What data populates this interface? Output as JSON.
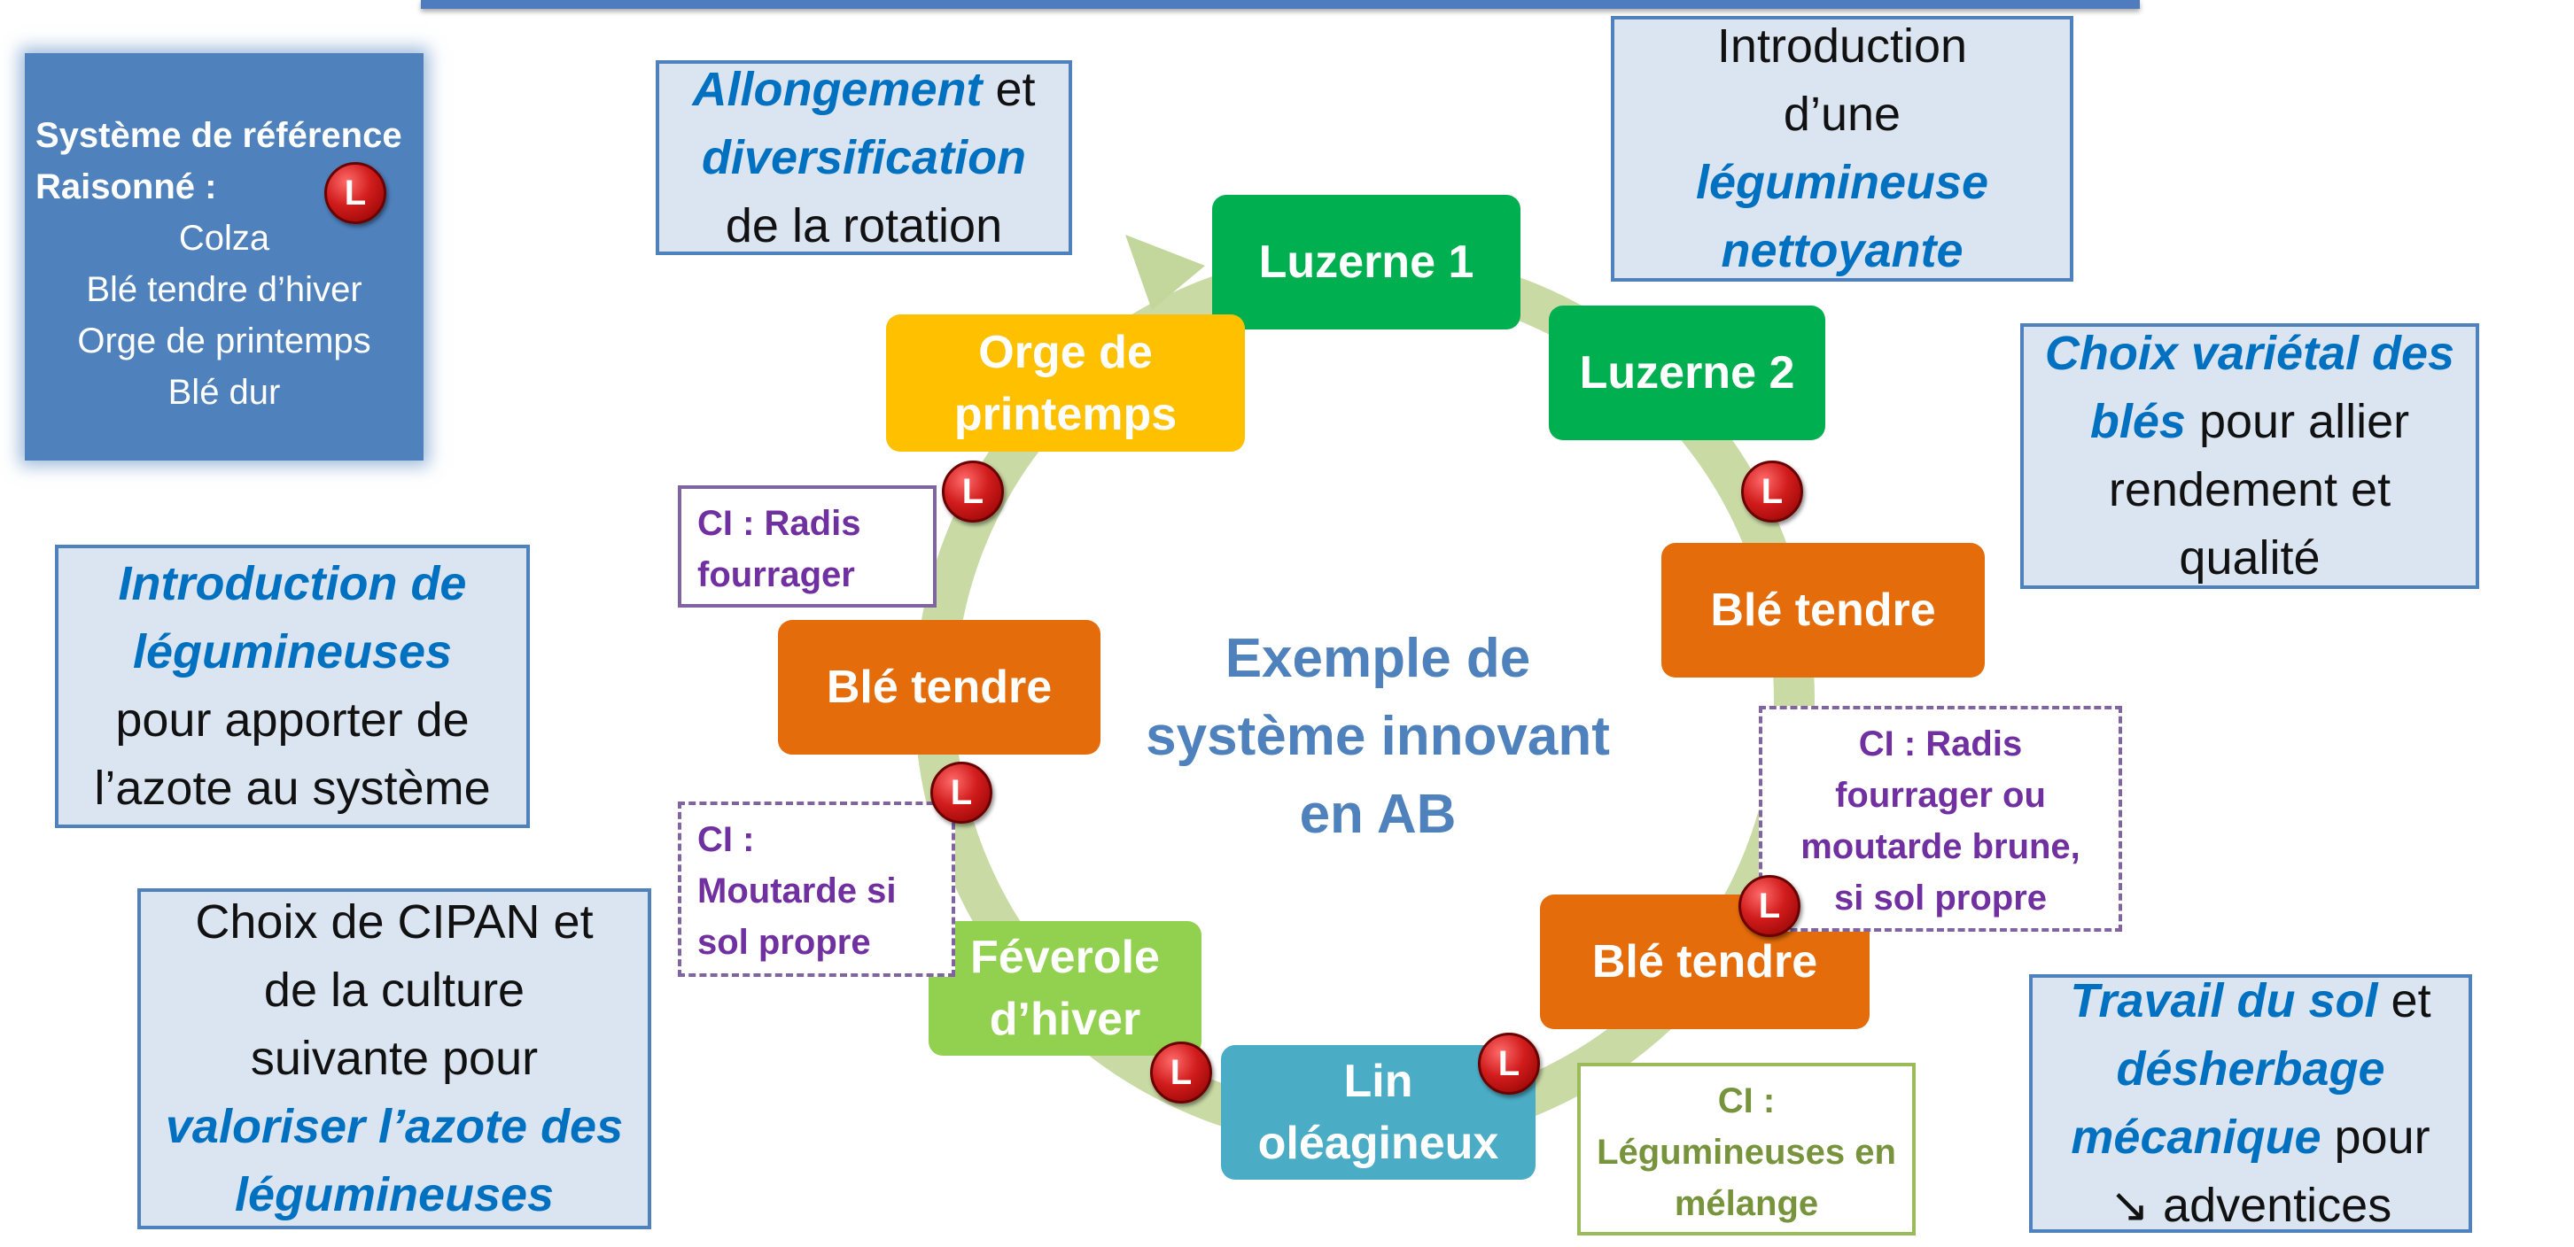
{
  "reference_system": {
    "title": "Système de référence",
    "subtitle": "Raisonné :",
    "crops": [
      "Colza",
      "Blé tendre d’hiver",
      "Orge de printemps",
      "Blé dur"
    ],
    "badge": "L"
  },
  "center_title": [
    "Exemple de",
    "système innovant",
    "en AB"
  ],
  "crops": {
    "luzerne1": "Luzerne 1",
    "luzerne2": "Luzerne 2",
    "ble_tendre_right": "Blé tendre",
    "ble_tendre_bottom": "Blé tendre",
    "lin": [
      "Lin",
      "oléagineux"
    ],
    "feverole": [
      "Féverole",
      "d’hiver"
    ],
    "ble_tendre_left": "Blé tendre",
    "orge": [
      "Orge de",
      "printemps"
    ]
  },
  "badge_label": "L",
  "cover_crops": {
    "ci_radis_left": [
      "CI : Radis",
      "fourrager"
    ],
    "ci_moutarde_left": [
      "CI :",
      "Moutarde si",
      "sol propre"
    ],
    "ci_radis_right": [
      "CI : Radis",
      "fourrager ou",
      "moutarde brune,",
      "si sol propre"
    ],
    "ci_legumineuses": [
      "CI :",
      "Légumineuses en",
      "mélange"
    ]
  },
  "levers": {
    "allongement": {
      "em1": "Allongement",
      "t1": " et",
      "em2": "diversification",
      "t2": "de la rotation"
    },
    "introduction_legumineuse": {
      "t1": "Introduction",
      "t2": "d’une",
      "em1": "légumineuse",
      "em2": "nettoyante"
    },
    "choix_varietal": {
      "em1": "Choix variétal des",
      "em2": "blés",
      "t1": " pour allier",
      "t2": "rendement et",
      "t3": "qualité"
    },
    "introduction_legumineuses": {
      "em1": "Introduction de",
      "em2": "légumineuses",
      "t1": "pour apporter de",
      "t2": "l’azote au système"
    },
    "choix_cipan": {
      "t1": "Choix de CIPAN et",
      "t2": "de la culture",
      "t3": "suivante pour",
      "em1": "valoriser l’azote des",
      "em2": "légumineuses"
    },
    "travail_sol": {
      "em1": "Travail du sol",
      "t1": " et",
      "em2": "désherbage",
      "em3": "mécanique",
      "t2": " pour",
      "t3": "↘ adventices"
    }
  },
  "colors": {
    "crop_green": "#00b050",
    "crop_yellow": "#ffc000",
    "crop_orange": "#e46c0a",
    "crop_light_green": "#92d050",
    "crop_teal": "#4bacc6",
    "ring": "#c3d69b",
    "accent_blue": "#0070c0",
    "box_fill": "#dbe5f1",
    "box_border": "#4f81bd",
    "badge_red": "#c00000"
  }
}
